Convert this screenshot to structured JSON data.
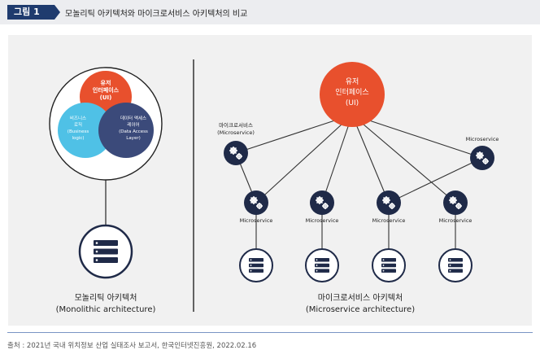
{
  "figure": {
    "tag": "그림 1",
    "title": "모놀리틱 아키텍처와 마이크로서비스 아키텍처의 비교"
  },
  "monolith": {
    "ui": [
      "유저",
      "인터페이스",
      "(UI)"
    ],
    "business": [
      "비즈니스",
      "로직",
      "(Business",
      "logic)"
    ],
    "data": [
      "데이터 액세스",
      "레이어",
      "(Data Access",
      "Layer)"
    ],
    "caption_ko": "모놀리틱 아키텍처",
    "caption_en": "(Monolithic architecture)"
  },
  "micro": {
    "ui": [
      "유저",
      "인터페이스",
      "(UI)"
    ],
    "left_label": [
      "마이크로서비스",
      "(Microservice)"
    ],
    "right_label": "Microservice",
    "row_labels": [
      "Microservice",
      "Microservice",
      "Microservice",
      "Microservice"
    ],
    "caption_ko": "마이크로서비스 아키텍처",
    "caption_en": "(Microservice architecture)"
  },
  "source": "출처 : 2021년 국내 위치정보 산업 실태조사 보고서, 한국인터넷진흥원, 2022.02.16",
  "colors": {
    "navy": "#1f2a48",
    "orange": "#e8502d",
    "cyan": "#4fc1e6",
    "slate": "#3b4a7a"
  },
  "icons": [
    "gears-icon",
    "server-icon"
  ]
}
